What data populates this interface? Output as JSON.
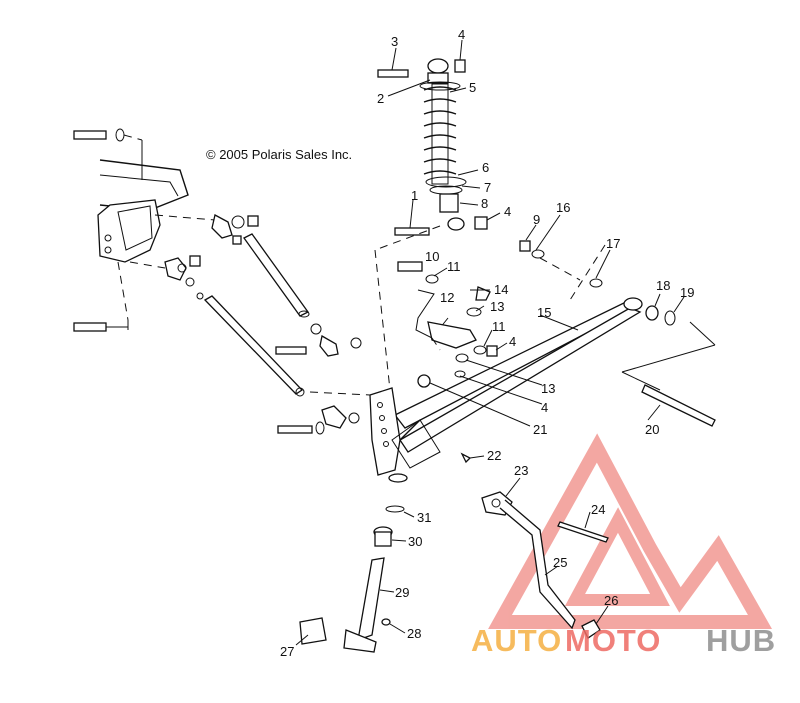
{
  "copyright": "© 2005 Polaris Sales Inc.",
  "watermark": {
    "part1": "AUTO",
    "part2": "MOTO",
    "part3": "HUB",
    "color_orange": "#f5b043",
    "color_red": "#ee6b63",
    "color_gray": "#8f8f8f",
    "color_triangle": "#f08a84"
  },
  "callouts": [
    "1",
    "2",
    "3",
    "4",
    "5",
    "6",
    "7",
    "8",
    "9",
    "10",
    "11",
    "12",
    "13",
    "14",
    "15",
    "16",
    "17",
    "18",
    "19",
    "20",
    "21",
    "22",
    "23",
    "24",
    "25",
    "26",
    "27",
    "28",
    "29",
    "30",
    "31",
    "11",
    "13",
    "4",
    "4"
  ]
}
